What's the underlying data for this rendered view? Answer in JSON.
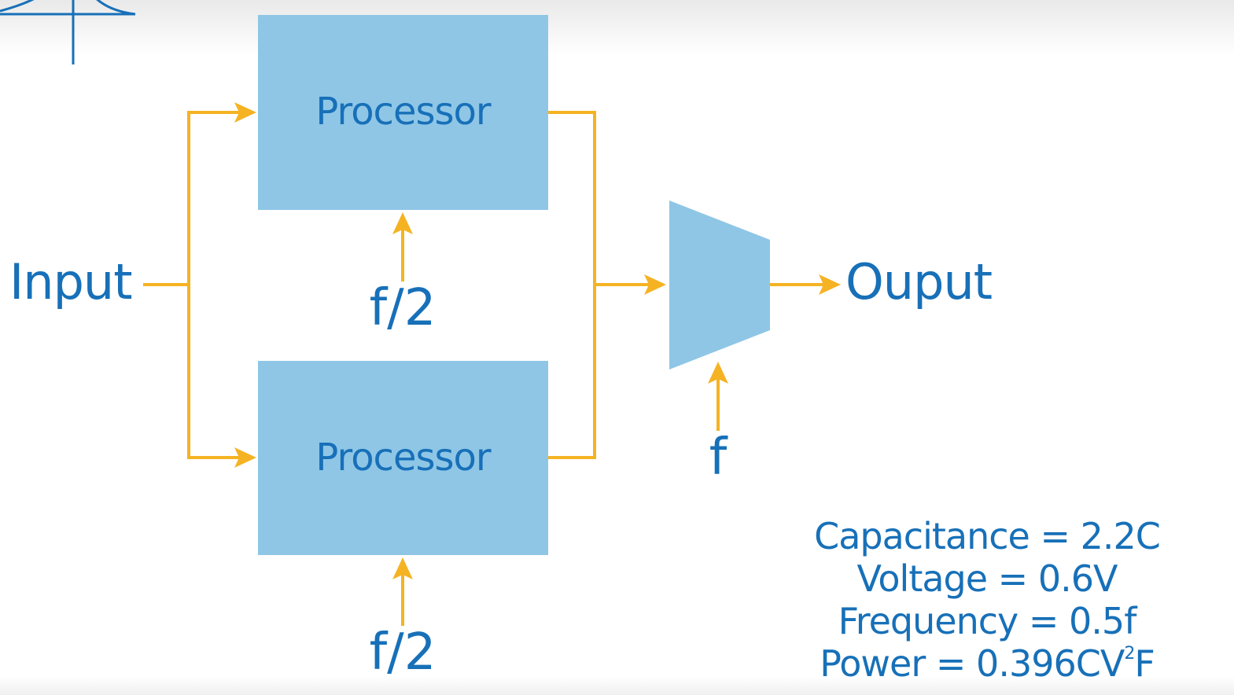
{
  "diagram": {
    "input_label": "Input",
    "output_label": "Ouput",
    "processors": [
      {
        "label": "Processor",
        "clock": "f/2"
      },
      {
        "label": "Processor",
        "clock": "f/2"
      }
    ],
    "mux_clock": "f",
    "stats": {
      "capacitance": "Capacitance = 2.2C",
      "voltage": "Voltage = 0.6V",
      "frequency": "Frequency = 0.5f",
      "power_prefix": "Power = 0.396CV",
      "power_exponent": "2",
      "power_suffix": "F"
    }
  },
  "colors": {
    "box_fill": "#8fc6e6",
    "text": "#1770b8",
    "wire": "#f5b323",
    "logo": "#1770b8"
  }
}
